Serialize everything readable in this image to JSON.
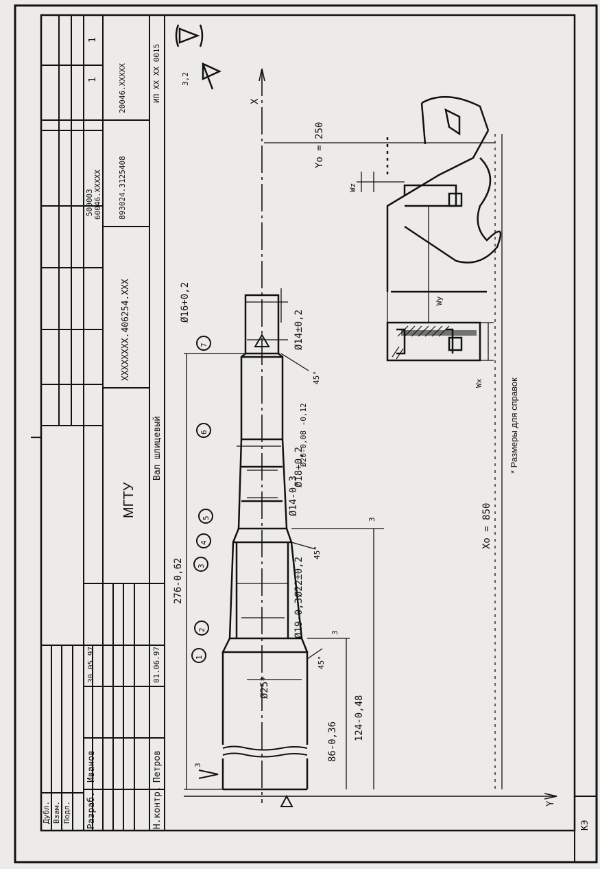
{
  "title_block": {
    "org": "МГТУ",
    "part_name": "Вал шлицевый",
    "doc_number": "XXXXXXXX.406254.XXX",
    "op_code": "893024.3125408",
    "machine_code": "20046.XXXXX",
    "ref_top": "500003",
    "ref_bottom": "60046.XXXXX",
    "sheet": "1",
    "sheets": "1",
    "form_code": "ИП XX XX 0015",
    "rows": {
      "developer_role": "Разраб.",
      "developer_name": "Иванов",
      "developer_date": "30.05.97",
      "norm_control_role": "Н.контр.",
      "norm_control_name": "Петров",
      "norm_control_date": "01.06.97"
    },
    "side_labels": [
      "Дубл.",
      "Взам.",
      "Подл."
    ],
    "code_box": "КЭ",
    "mark": "I"
  },
  "drawing": {
    "dimensions": {
      "d25": "Ø25*",
      "d19": "Ø19-0,3",
      "d22": "Ø22±0,2",
      "d14a": "Ø14-0,3",
      "d18": "Ø18+0,2",
      "d20": "Ø20-0,08 -0,12",
      "d14b": "Ø14±0,2",
      "d16": "Ø16+0,2",
      "len276": "276-0,62",
      "len124": "124-0,48",
      "len86": "86-0,36",
      "yo": "Yo = 250",
      "xo": "Xo = 850",
      "rough": "3,2",
      "rough_left": "3",
      "chamfer_1": "45°",
      "chamfer_2": "45°",
      "chamfer_3": "45°",
      "small_3a": "3",
      "small_3b": "3",
      "axis_x": "X",
      "axis_y": "Y",
      "wx": "Wx",
      "wy": "Wy",
      "wz": "Wz",
      "note": "* Размеры для справок"
    },
    "surface_numbers": [
      "1",
      "2",
      "3",
      "4",
      "5",
      "6",
      "7"
    ]
  }
}
